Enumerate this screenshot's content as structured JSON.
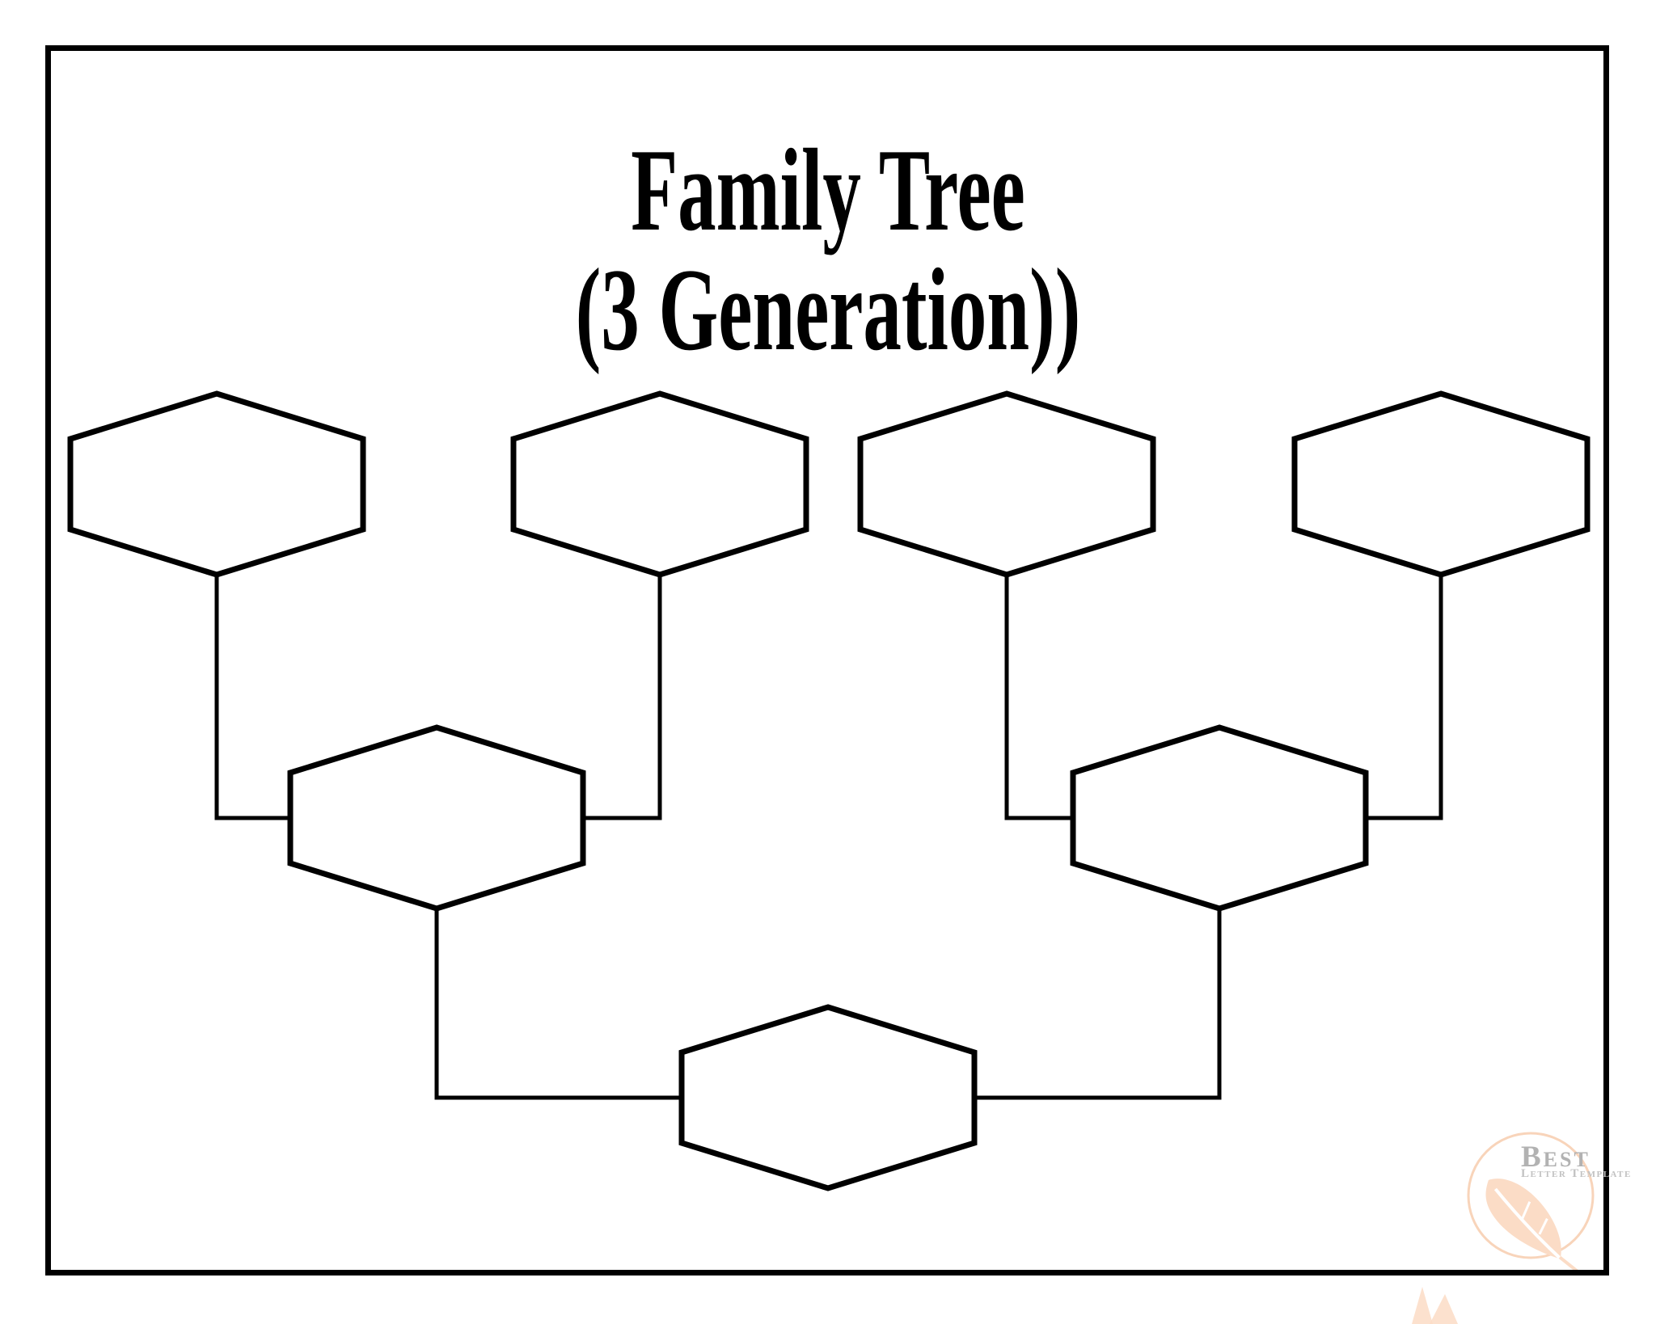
{
  "page": {
    "background_color": "#ffffff",
    "border_color": "#000000"
  },
  "title": {
    "line1": "Family Tree",
    "line2": "(3 Generation))"
  },
  "diagram": {
    "type": "diagram",
    "description": "Blank 3-generation family tree template with empty hexagonal name boxes connected by elbow lines",
    "generations": 3,
    "node_shape": "hexagon",
    "outline_color": "#000000",
    "nodes": [
      {
        "id": "grandparent-1",
        "generation": 1,
        "row": "top",
        "label": ""
      },
      {
        "id": "grandparent-2",
        "generation": 1,
        "row": "top",
        "label": ""
      },
      {
        "id": "grandparent-3",
        "generation": 1,
        "row": "top",
        "label": ""
      },
      {
        "id": "grandparent-4",
        "generation": 1,
        "row": "top",
        "label": ""
      },
      {
        "id": "parent-1",
        "generation": 2,
        "row": "middle",
        "label": ""
      },
      {
        "id": "parent-2",
        "generation": 2,
        "row": "middle",
        "label": ""
      },
      {
        "id": "child",
        "generation": 3,
        "row": "bottom",
        "label": ""
      }
    ],
    "edges": [
      {
        "from": "grandparent-1",
        "to": "parent-1"
      },
      {
        "from": "grandparent-2",
        "to": "parent-1"
      },
      {
        "from": "grandparent-3",
        "to": "parent-2"
      },
      {
        "from": "grandparent-4",
        "to": "parent-2"
      },
      {
        "from": "parent-1",
        "to": "child"
      },
      {
        "from": "parent-2",
        "to": "child"
      }
    ]
  },
  "watermark": {
    "brand": "Best",
    "tagline": "Letter Template",
    "brand_color": "#b2b2b2",
    "tagline_color": "#c2c2c2",
    "feather_color": "#fbdcc6",
    "circle_color": "#f8d4ba"
  }
}
